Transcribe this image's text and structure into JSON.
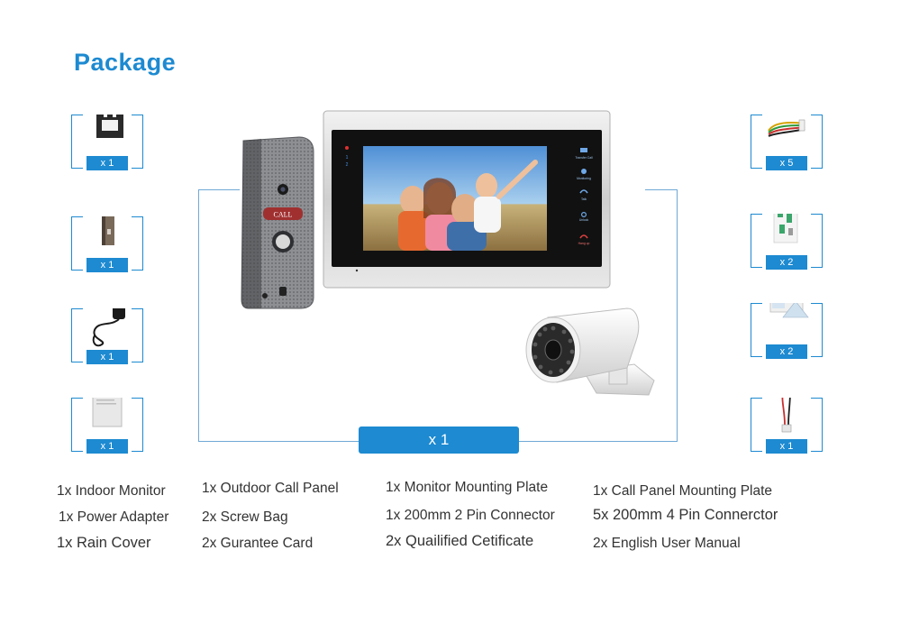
{
  "title": "Package",
  "main_qty": "x 1",
  "left_accessories": [
    {
      "name": "wall-bracket",
      "qty": "x 1"
    },
    {
      "name": "mounting-plate",
      "qty": "x 1"
    },
    {
      "name": "power-adapter",
      "qty": "x 1"
    },
    {
      "name": "manual",
      "qty": "x 1"
    }
  ],
  "right_accessories": [
    {
      "name": "connector-4pin",
      "qty": "x 5"
    },
    {
      "name": "screw-bag",
      "qty": "x 2"
    },
    {
      "name": "certificate-card",
      "qty": "x 2"
    },
    {
      "name": "connector-2pin",
      "qty": "x 1"
    }
  ],
  "monitor_buttons": [
    "Transfer Call",
    "Monitoring",
    "Talk",
    "Unlock",
    "Hang up"
  ],
  "call_label": "CALL",
  "lists": [
    [
      "1x Indoor Monitor",
      "1x Power Adapter",
      "1x Rain Cover"
    ],
    [
      "1x Outdoor Call Panel",
      "2x Screw Bag",
      "2x Gurantee Card"
    ],
    [
      "1x Monitor Mounting Plate",
      "1x 200mm 2 Pin Connector",
      "2x Quailified Cetificate"
    ],
    [
      "1x Call Panel Mounting Plate",
      "5x 200mm 4 Pin Connerctor",
      "2x English User Manual"
    ]
  ]
}
